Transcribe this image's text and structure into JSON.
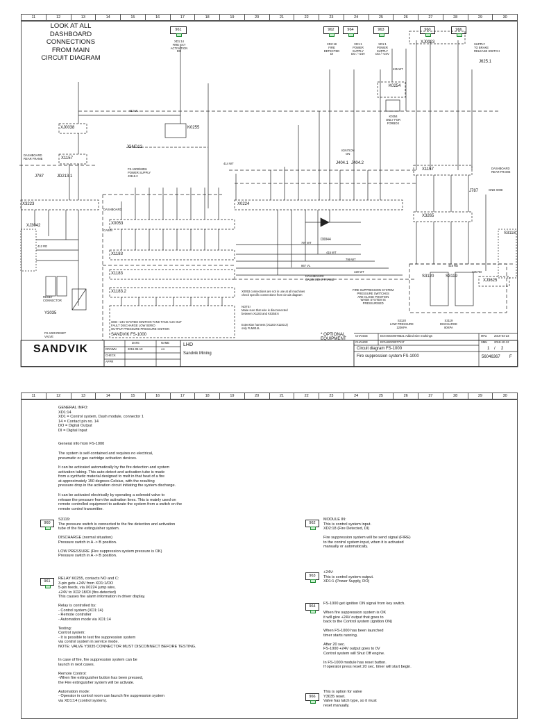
{
  "columns": [
    "11",
    "12",
    "13",
    "14",
    "15",
    "16",
    "17",
    "18",
    "19",
    "20",
    "21",
    "22",
    "23",
    "24",
    "25",
    "26",
    "27",
    "28",
    "29",
    "30"
  ],
  "sheet1": {
    "title_note": "LOOK AT ALL\nDASHBOARD CONNECTIONS\nFROM MAIN\nCIRCUIT DIAGRAM",
    "badges": [
      "961",
      "962",
      "964",
      "963",
      "960",
      "966"
    ],
    "badge_captions": {
      "961": "XD1:14\nFIRE EXT\nACTIVATION\nDO",
      "962": "XD2:18\nFIRE\nDETECTED\nDI",
      "964": "XD1:1\nPOWER\nSUPPLY\nDO / +24V",
      "963": "XD1:1\nPOWER\nSUPPLY\nDO / +24V",
      "supply": "SUPPLY\nTO BRAKE\nRELEASE SWITCH"
    },
    "connectors": {
      "xj0038": "XJ0038",
      "x1157_left": "X1157",
      "x3223": "X3223",
      "xj3042": "XJ3042",
      "jd213": "JD213.1",
      "j787": "J787",
      "x0053": "X0053",
      "x1183": "X1183",
      "x1183b": "X1183",
      "x1183_2": "X1183.2",
      "x0224": "X0224",
      "k0255": "K0255",
      "k0254": "K0254",
      "xj0023": "XJ0023",
      "j625": "J625.1",
      "x1157_right": "X1157",
      "x3265": "X3265",
      "s3118": "S3118",
      "s3120": "S3120",
      "s3119": "S3119",
      "xj3625": "XJ3625",
      "y3035": "Y3035",
      "j404_1": "J404.1",
      "j404_2": "J404.2",
      "jgnd": "JGND12",
      "d0044": "D0044",
      "j787b": "J787"
    },
    "labels": {
      "dashboard_rear_left": "DASHBOARD\nREAR FRAME",
      "dashboard_rear_right": "DASHBOARD\nREAR FRAME",
      "dashboard_cabin": "DASHBOARD\nCABIN   REAR FRAME",
      "cabin": "CABIN",
      "dashboard_vertical": "DASHBOARD",
      "ignition": "IGNITION\nON",
      "fs_power": "FS-1000/MIDU\nPOWER SUPPLY\nJ3116.2",
      "k0254_note": "K0254\nONLY FOR\nFORBOX",
      "reset": "RESET\nCONNECTOR",
      "y3035_caption": "FS-1000 RESET\nVALVE",
      "fs1000_box": "SANDVIK FS-1000",
      "fs1000_box2": "SANDVIK FS-1000",
      "optional": "* OPTIONAL\nEQUIPMENT",
      "pressure_note": "FIRE SUPPRESSION SYSTEM\nPRESSURE SWITCHES\nARE CLOSE POSITION\nWHEN SYSTEM IS\nPRESSURISED",
      "low_pressure": "S3120\nLOW PRESSURE\n120KPA",
      "discharge": "S3119\nDISCHARGE\n80KPA",
      "gnd_x": "GND X008",
      "note1": "X0053 connections are not in use at all machines\ncheck specific connections from circuit diagram",
      "note2": "NOTE!\nMake sure that wire is disconnected\nbetween X1183 and K0255:6",
      "note3": "Extension harness (X1183-X1183.2)\nonly FLM814L",
      "fs_cols": "GND   +24V   SYSTEM   IGNITION   TANK   TANK   AUX OUT\n               FAULT              DISCHARGE  LOW    SERIO\n               OUTPUT             PRESSURE   PRESSURE  GNITION"
    },
    "wires": {
      "w1": "412 VL",
      "w2": "414 WT",
      "w3": "797 WT",
      "w4": "415 WT",
      "w5": "799 WT",
      "w6": "867 VL",
      "w7": "420 WT",
      "w8": "425 WT",
      "w9": "412 RD",
      "w10": "416 RD",
      "w11": "425 RD"
    },
    "title_block": {
      "logo": "SANDVIK",
      "drawn": "DRAWN",
      "check": "CHECK",
      "appr": "APPR",
      "date": "DATE",
      "name": "NAME",
      "date_val": "2015-06-10",
      "name_val": "AA",
      "product": "LHD",
      "company": "Sandvik Mining",
      "change1": "CHANGE",
      "ecn1": "ECN-BG00078521 Added wire markings",
      "ecn1_who": "MFa",
      "ecn1_date": "2019-04-23",
      "change2": "CHANGE",
      "ecn2": "ECN-BG00077117",
      "ecn2_who": "SMU",
      "ecn2_date": "2018-10-12",
      "circuit": "Circuit diagram FS-1000",
      "system": "Fire suppression system FS-1000",
      "page": "1",
      "pages": "2",
      "doc": "56046367",
      "rev": "F"
    }
  },
  "sheet2": {
    "general": "GENERAL INFO:\nXD1:14\nXD1 = Control system, Dash module, connector 1\n14  = Contact pin no. 14\nDO  = Digital Output\nDI  = Digital Input",
    "p1": "General info from FS-1000",
    "p2": "The system is self-contained and requires no electrical,\npneumatic or gas cartridge activation devices.",
    "p3": "It can be acticated automatically by the fire detection and system\nactivation tubing. This auto-detect and activation tube is made\nfrom a synthetic material designed to melt in that heat of a fire\nat approximately 150 degrees Celsius, with the resulting\npressure drop in the activation circuit initiating the system discharge.",
    "p4": "It can be activated electrically by operating a solenoid valve to\nrelease the pressure from the activation lines. This is mainly used on\nremote controlled equipment to activate the system from a switch on the\nremote control transmitter.",
    "b960": "960",
    "t960": "S3119:\nThe pressure switch is connected to the fire detection and activation\ntube of the fire extinguisher system.\n\nDISCHARGE (normal situation)\nPressure switch in A -> B position.\n\nLOW PRESSURE (Fire suppression system pressure is OK)\nPressure switch in A -> B position.",
    "b961": "961",
    "t961": "RELAY K0255, contacts NO and C:\n3-pin gets +24V from XD1:1/DO\n5-pin feeds, via X0224 jump wire,\n+24V to XD2:18/DI (fire-detected)\nThis causes fire alarm information in driver display.\n\nRelay is controlled by:\n- Control system (XD1:14)\n- Remote controller\n- Automation mode via XD1:14\n\nTesting:\nControl system:\n- It is possible to test fire suppression system\n  via control system in service mode.\nNOTE: VALVE Y3035 CONNECTOR MUST DISCONNECT BEFORE TESTING.\n\n\nIn case of fire, fire suppression system can be\nlaunch in next cases.\n\nRemote Control:\n-When fire extinguisher button has been pressed,\n the Fire extinguisher system will be activate.\n\nAutomation mode:\n- Operator in control room can launch fire suppression system\n  via XD1:14 (control system).",
    "b962": "962",
    "t962": "MODULE IN:\nThis is control system input.\nXD2:18 (Fire Detected, DI)\n\nFire suppression system will be send signal (FIRE)\nto the control system input, when it is activated\nmanually or automatically.",
    "b963": "963",
    "t963": "+24V:\nThis is control system output.\nXD1:1 (Power Supply, DO)",
    "b964": "964",
    "t964": "FS-1000 get ignition ON signal from key switch.\n\nWhen fire suppression system is OK\nit will give +24V output that goes to\nback to the Control system (ignition ON)\n\nWhen FS-1000 has been launched\ntimer starts running.\n\nAfter 20 sec.\nFS-1000 +24V output goes to 0V\nControl system will Shut Off engine.\n\nIn FS-1000 module has reset button.\nIf operator press reset 20 sec. timer will start begin.",
    "b966": "966",
    "t966": "This is option for valve\nY3035 reset.\nValve has latch type, so it must\nreset manually."
  }
}
